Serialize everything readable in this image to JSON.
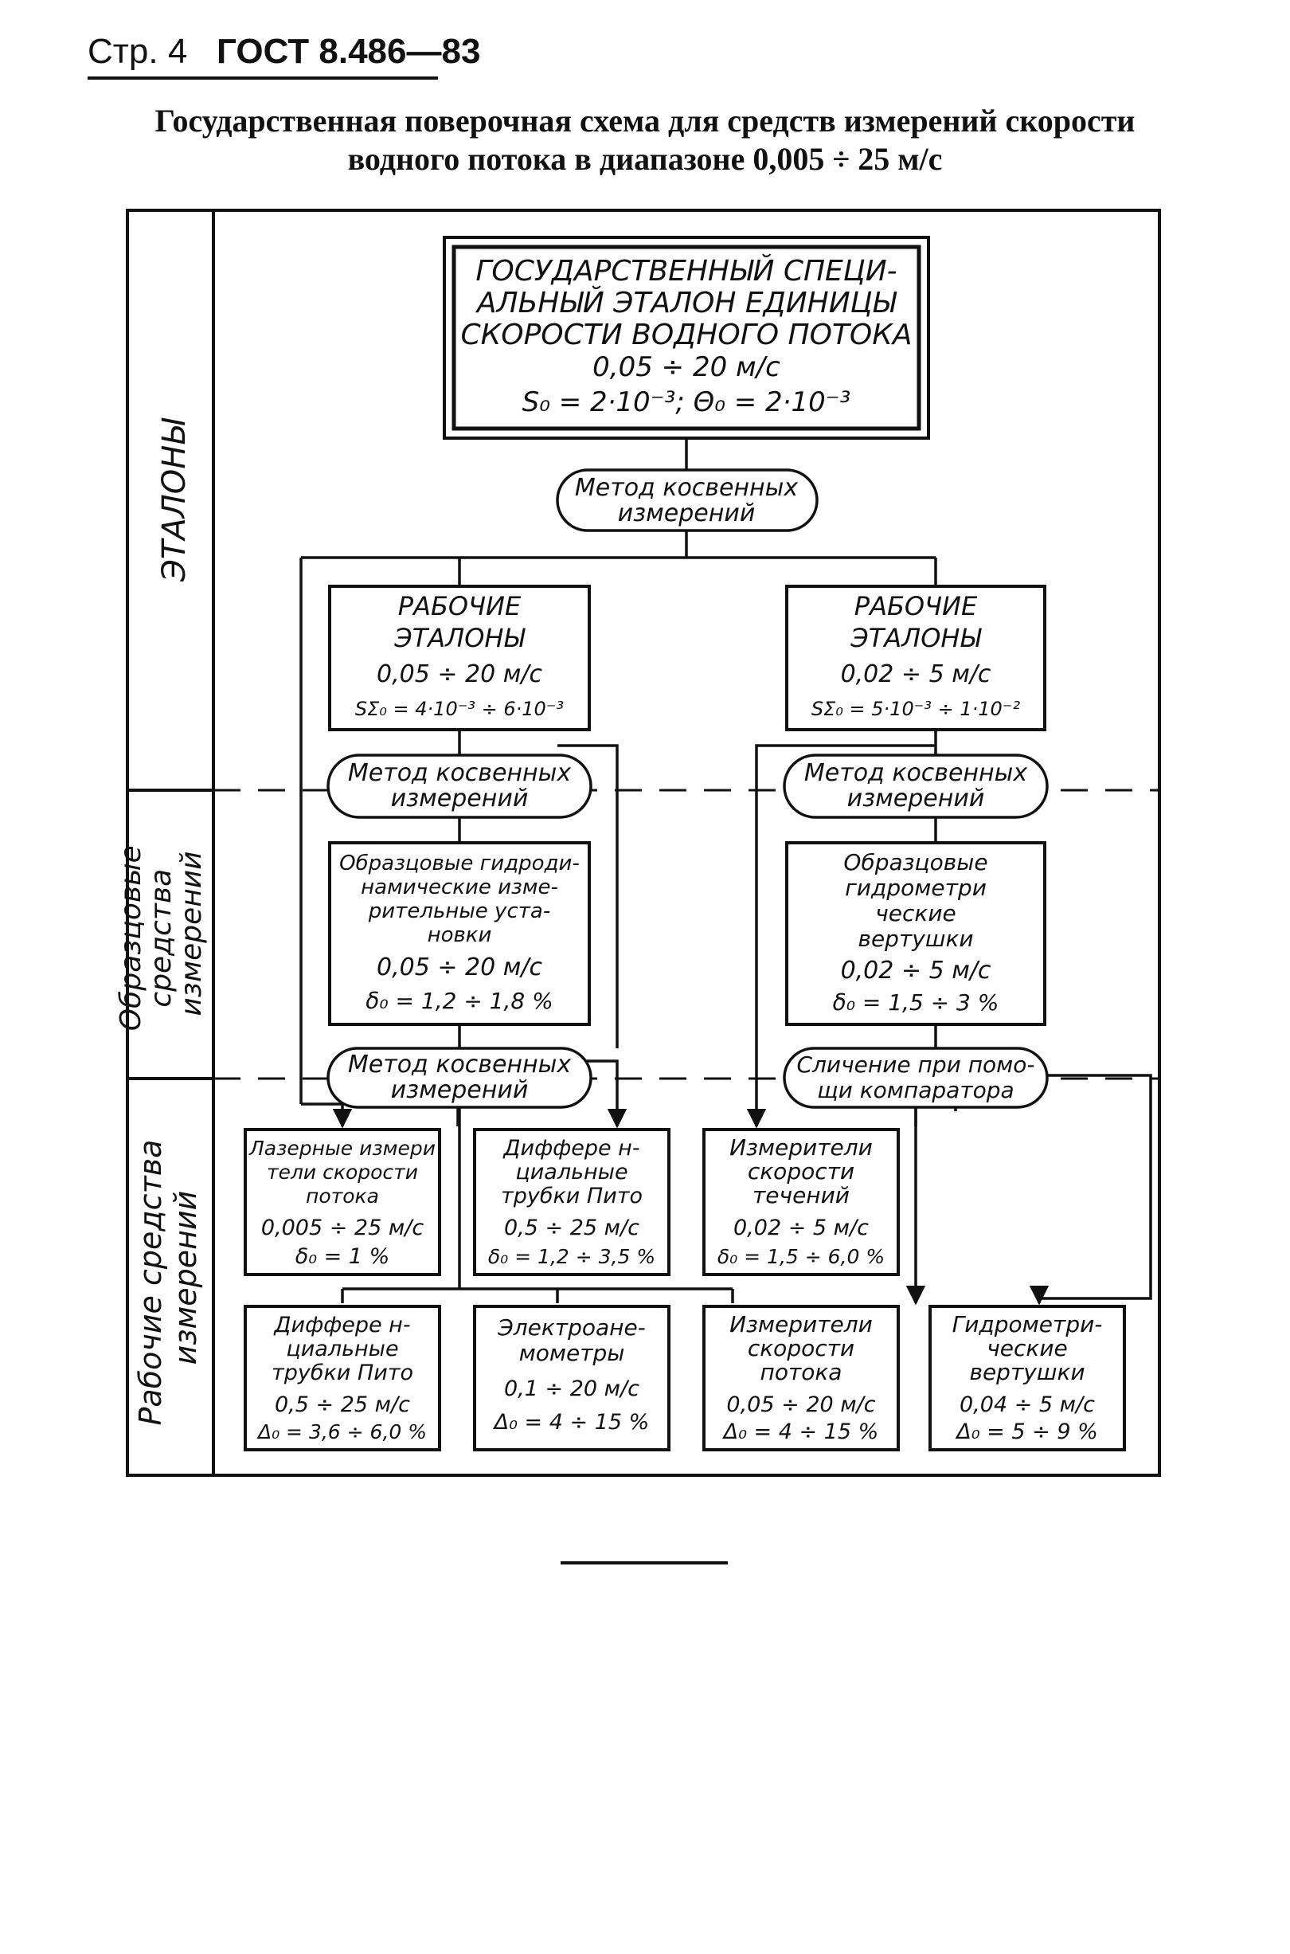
{
  "header": {
    "page_label": "Стр. 4",
    "standard": "ГОСТ 8.486—83"
  },
  "title": {
    "line1": "Государственная поверочная схема для средств измерений скорости",
    "line2": "водного потока в диапазоне 0,005 ÷ 25 м/с"
  },
  "levels": {
    "etalons": "ЭТАЛОНЫ",
    "exemplary": [
      "Образцовые",
      "средства",
      "измерений"
    ],
    "working": [
      "Рабочие средства",
      "измерений"
    ]
  },
  "primary": {
    "lines": [
      "ГОСУДАРСТВЕННЫЙ СПЕЦИ-",
      "АЛЬНЫЙ ЭТАЛОН ЕДИНИЦЫ",
      "СКОРОСТИ ВОДНОГО ПОТОКА",
      "0,05 ÷ 20 м/с",
      "S₀ = 2·10⁻³;     Θ₀ = 2·10⁻³"
    ]
  },
  "methods": {
    "m1": [
      "Метод косвенных",
      "измерений"
    ],
    "m2": [
      "Метод косвенных",
      "измерений"
    ],
    "m3": [
      "Метод косвенных",
      "измерений"
    ],
    "m4": [
      "Метод косвенных",
      "измерений"
    ],
    "m5": [
      "Сличение при помо-",
      "щи компаратора"
    ]
  },
  "working_etalons": {
    "left": [
      "РАБОЧИЕ",
      "ЭТАЛОНЫ",
      "0,05 ÷ 20 м/с",
      "SΣ₀ = 4·10⁻³ ÷ 6·10⁻³"
    ],
    "right": [
      "РАБОЧИЕ",
      "ЭТАЛОНЫ",
      "0,02 ÷ 5 м/с",
      "SΣ₀ = 5·10⁻³ ÷ 1·10⁻²"
    ]
  },
  "exemplary_boxes": {
    "left": [
      "Образцовые гидроди-",
      "намические изме-",
      "рительные уста-",
      "новки",
      "0,05 ÷ 20 м/с",
      "δ₀ = 1,2 ÷ 1,8 %"
    ],
    "right": [
      "Образцовые",
      "гидрометри",
      "ческие",
      "вертушки",
      "0,02 ÷ 5 м/с",
      "δ₀ = 1,5 ÷ 3 %"
    ]
  },
  "working_row1": {
    "laser": [
      "Лазерные измери",
      "тели скорости",
      "потока",
      "0,005 ÷ 25 м/с",
      "δ₀ = 1 %"
    ],
    "pitot": [
      "Диффере н-",
      "циальные",
      "трубки Пито",
      "0,5 ÷ 25 м/с",
      "δ₀ = 1,2 ÷ 3,5 %"
    ],
    "current": [
      "Измерители",
      "скорости",
      "течений",
      "0,02 ÷ 5 м/с",
      "δ₀ = 1,5 ÷ 6,0 %"
    ]
  },
  "working_row2": {
    "pitot": [
      "Диффере н-",
      "циальные",
      "трубки Пито",
      "0,5 ÷ 25 м/с",
      "Δ₀ = 3,6 ÷ 6,0 %"
    ],
    "electro": [
      "Электроане-",
      "мометры",
      "0,1 ÷ 20 м/с",
      "Δ₀ = 4 ÷ 15 %"
    ],
    "flow": [
      "Измерители",
      "скорости",
      "потока",
      "0,05 ÷ 20 м/с",
      "Δ₀ = 4 ÷ 15 %"
    ],
    "hydro": [
      "Гидрометри-",
      "ческие",
      "вертушки",
      "0,04 ÷ 5 м/с",
      "Δ₀ = 5 ÷ 9 %"
    ]
  }
}
